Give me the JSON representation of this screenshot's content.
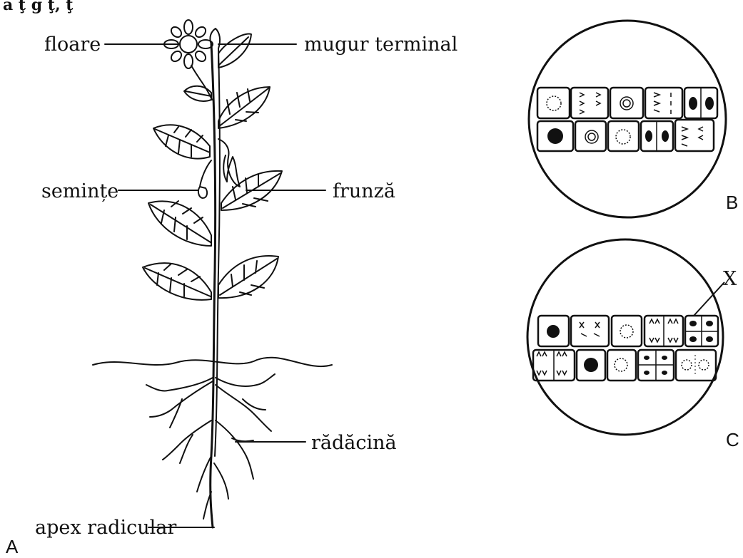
{
  "header_fragment": "ă ţ g ţ, ţ",
  "plant_labels": {
    "flower": "floare",
    "terminal_bud": "mugur terminal",
    "seeds": "semințe",
    "leaf": "frunză",
    "root": "rădăcină",
    "root_apex": "apex radicular"
  },
  "panel_labels": {
    "a": "A",
    "b": "B",
    "c": "C",
    "x": "X"
  }
}
